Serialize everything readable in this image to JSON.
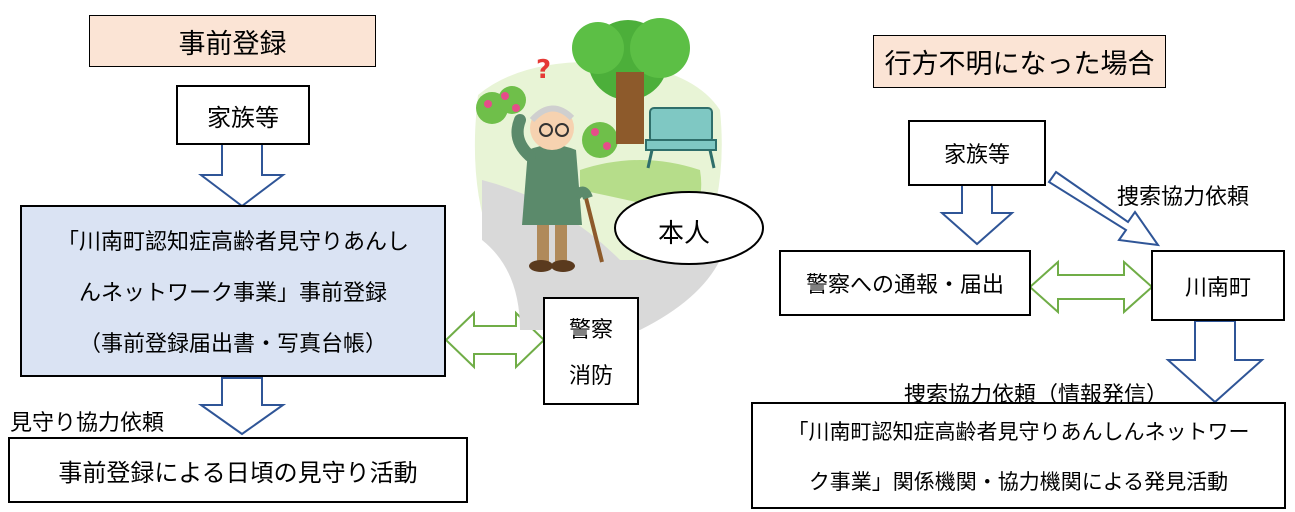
{
  "left": {
    "header": "事前登録",
    "family": "家族等",
    "main_box": {
      "line1": "「川南町認知症高齢者見守りあんし",
      "line2": "んネットワーク事業」事前登録",
      "line3": "（事前登録届出書・写真台帳）"
    },
    "police_fire": {
      "line1": "警察",
      "line2": "消防"
    },
    "watch_request_label": "見守り協力依頼",
    "watch_activity": "事前登録による日頃の見守り活動"
  },
  "center": {
    "person_label": "本人",
    "question_mark": "?"
  },
  "right": {
    "header": "行方不明になった場合",
    "family": "家族等",
    "search_request_label": "捜索協力依頼",
    "police_report": "警察への通報・届出",
    "town": "川南町",
    "search_request_info_label": "捜索協力依頼（情報発信）",
    "discovery_box": {
      "line1": "「川南町認知症高齢者見守りあんしんネットワー",
      "line2": "ク事業」関係機関・協力機関による発見活動"
    }
  },
  "colors": {
    "header_fill": "#fbe4d5",
    "main_box_fill": "#dae3f3",
    "down_arrow_stroke": "#2f5597",
    "double_arrow_stroke": "#70ad47"
  }
}
